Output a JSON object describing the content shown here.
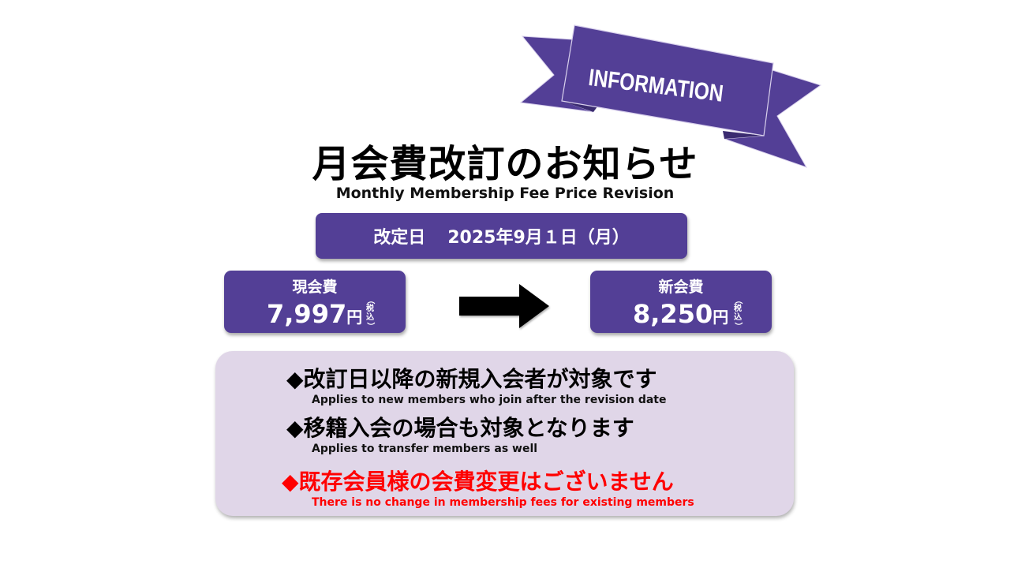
{
  "banner": {
    "label": "INFORMATION",
    "color": "#533f96"
  },
  "title": {
    "ja": "月会費改訂のお知らせ",
    "en": "Monthly Membership Fee Price Revision"
  },
  "revision_date": {
    "label": "改定日",
    "value": "2025年9月１日（月）"
  },
  "current_fee": {
    "label": "現会費",
    "amount": "7,997",
    "unit": "円",
    "tax_note_top": "（",
    "tax_note_1": "税",
    "tax_note_2": "込",
    "tax_note_bottom": "）"
  },
  "new_fee": {
    "label": "新会費",
    "amount": "8,250",
    "unit": "円",
    "tax_note_top": "（",
    "tax_note_1": "税",
    "tax_note_2": "込",
    "tax_note_bottom": "）"
  },
  "arrow_icon": "right-arrow-icon",
  "notes": [
    {
      "ja": "◆改訂日以降の新規入会者が対象です",
      "en": "Applies to new members who join after the revision date",
      "color": "#000000"
    },
    {
      "ja": "◆移籍入会の場合も対象となります",
      "en": "Applies to transfer members as well",
      "color": "#000000"
    },
    {
      "ja": "◆既存会員様の会費変更はございません",
      "en": "There is no change in membership fees for existing members",
      "color": "#ff0000"
    }
  ],
  "colors": {
    "accent": "#533f96",
    "panel": "#e0d6e8",
    "warning": "#ff0000"
  }
}
